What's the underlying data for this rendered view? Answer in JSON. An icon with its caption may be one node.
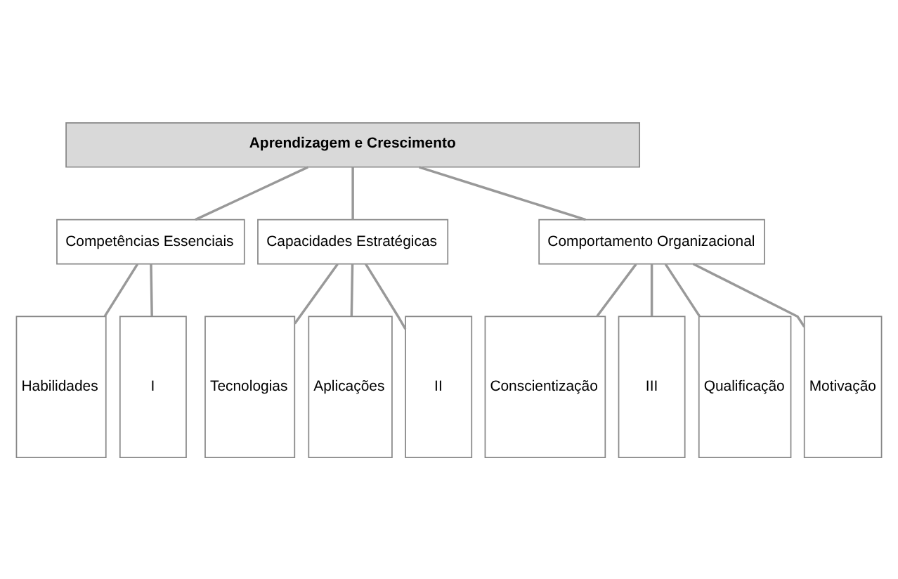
{
  "diagram": {
    "nodes": [
      {
        "text": [
          "Aprendizagem e Crescimento"
        ]
      },
      {
        "text": [
          "Competências Essenciais"
        ]
      },
      {
        "text": [
          "Capacidades Estratégicas"
        ]
      },
      {
        "text": [
          "Comportamento Organizacional"
        ]
      },
      {
        "text": [
          "Habilidades"
        ]
      },
      {
        "text": [
          "I"
        ]
      },
      {
        "text": [
          "Tecnologias"
        ]
      },
      {
        "text": [
          "Aplicações"
        ]
      },
      {
        "text": [
          "II"
        ]
      },
      {
        "text": [
          "Conscientização"
        ]
      },
      {
        "text": [
          "III"
        ]
      },
      {
        "text": [
          "Qualificação"
        ]
      },
      {
        "text": [
          "Motivação"
        ]
      }
    ],
    "edges": [
      {
        "from": 0,
        "to": 1,
        "arrow": "none"
      },
      {
        "from": 0,
        "to": 2,
        "arrow": "none"
      },
      {
        "from": 0,
        "to": 3,
        "arrow": "none"
      },
      {
        "from": 1,
        "to": 4,
        "arrow": "none"
      },
      {
        "from": 1,
        "to": 5,
        "arrow": "none"
      },
      {
        "from": 2,
        "to": 6,
        "arrow": "none"
      },
      {
        "from": 2,
        "to": 7,
        "arrow": "none"
      },
      {
        "from": 2,
        "to": 8,
        "arrow": "none"
      },
      {
        "from": 3,
        "to": 9,
        "arrow": "none"
      },
      {
        "from": 3,
        "to": 10,
        "arrow": "none"
      },
      {
        "from": 3,
        "to": 11,
        "arrow": "none"
      },
      {
        "from": 3,
        "to": 12,
        "arrow": "none"
      }
    ]
  }
}
